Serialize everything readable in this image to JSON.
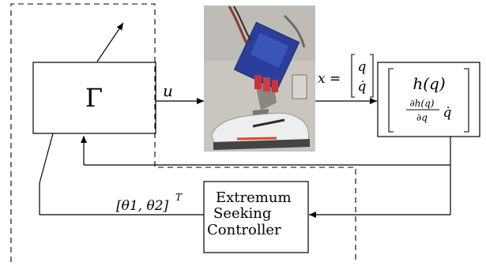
{
  "controller_block": {
    "symbol": "Γ"
  },
  "plant": {
    "input_label": "u",
    "state_label_lhs": "x =",
    "state_vector": [
      "q",
      "q̇"
    ]
  },
  "output_block": {
    "top": "h(q)",
    "frac_num": "∂h(q)",
    "frac_den": "∂q",
    "frac_mul": "q̇"
  },
  "esc_block": {
    "lines": [
      "Extremum",
      "Seeking",
      "Controller"
    ]
  },
  "feedback": {
    "param_label": "[θ1, θ2]",
    "param_exponent": "T"
  },
  "colors": {
    "stroke": "#000000",
    "photo_background": "#c9c6c0",
    "photo_circuit_board": "#2a3f9a",
    "photo_shoe": "#eeeeee",
    "photo_sole_accent": "#d94a2a"
  },
  "icons": {
    "photo": "exoskeleton-leg-photo"
  }
}
